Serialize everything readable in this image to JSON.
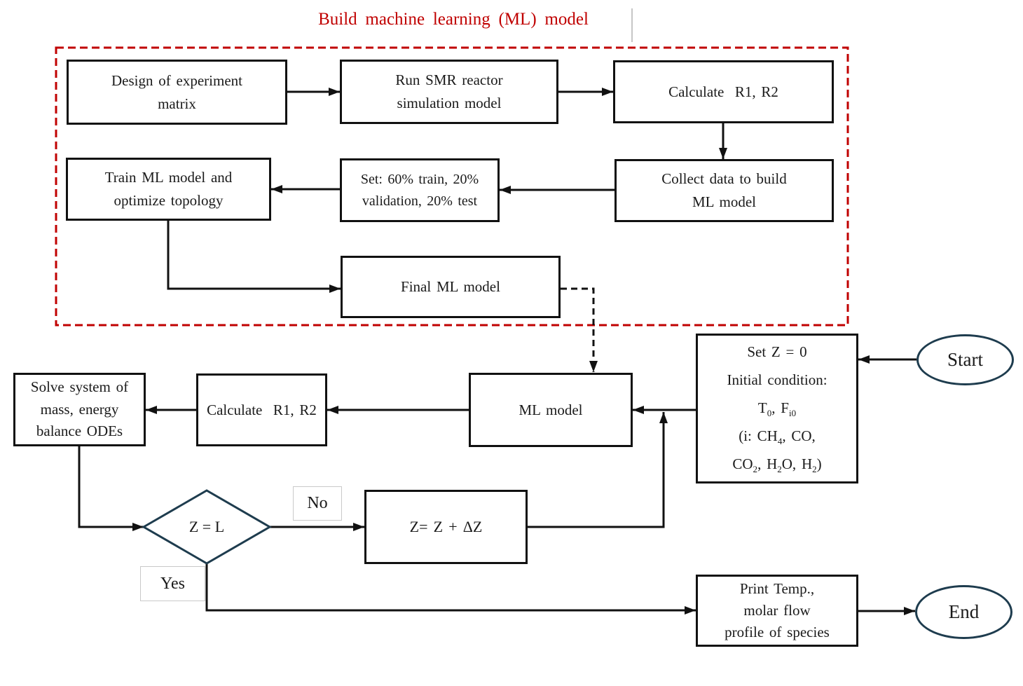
{
  "title": "Build machine learning (ML) model",
  "nodes": {
    "design": {
      "l1": "Design of experiment",
      "l2": "matrix"
    },
    "run_smr": {
      "l1": "Run SMR reactor",
      "l2": "simulation model"
    },
    "calc_top": {
      "l1": "Calculate  R1, R2"
    },
    "train": {
      "l1": "Train ML model and",
      "l2": "optimize topology"
    },
    "split": {
      "l1": "Set: 60% train, 20%",
      "l2": "validation, 20% test"
    },
    "collect": {
      "l1": "Collect data to build",
      "l2": "ML model"
    },
    "final_ml": {
      "l1": "Final ML model"
    },
    "init": {
      "l1": "Set Z = 0",
      "l2": "Initial condition:",
      "l3a": "T",
      "l3a_sub": "0",
      "l3b": ", F",
      "l3b_sub": "i0",
      "l4a": "(i: CH",
      "l4a_sub": "4",
      "l4b": ", CO,",
      "l5a": "CO",
      "l5a_sub": "2",
      "l5b": ", H",
      "l5b_sub": "2",
      "l5c": "O, H",
      "l5c_sub": "2",
      "l5d": ")"
    },
    "ml_model": {
      "l1": "ML model"
    },
    "calc_mid": {
      "l1": "Calculate  R1, R2"
    },
    "solve": {
      "l1": "Solve system of",
      "l2": "mass, energy",
      "l3": "balance ODEs"
    },
    "dz": {
      "l1": "Z= Z + ΔZ"
    },
    "print": {
      "l1": "Print Temp.,",
      "l2": "molar flow",
      "l3": "profile of species"
    }
  },
  "decision": {
    "label": "Z = L"
  },
  "terminals": {
    "start": "Start",
    "end": "End"
  },
  "branch_labels": {
    "no": "No",
    "yes": "Yes"
  },
  "colors": {
    "box_border": "#111111",
    "terminal_border": "#1e3c4e",
    "dashed_region": "#c00000",
    "title_text": "#c00000",
    "branch_label_border": "#c9c9c9",
    "arrow": "#111111"
  }
}
